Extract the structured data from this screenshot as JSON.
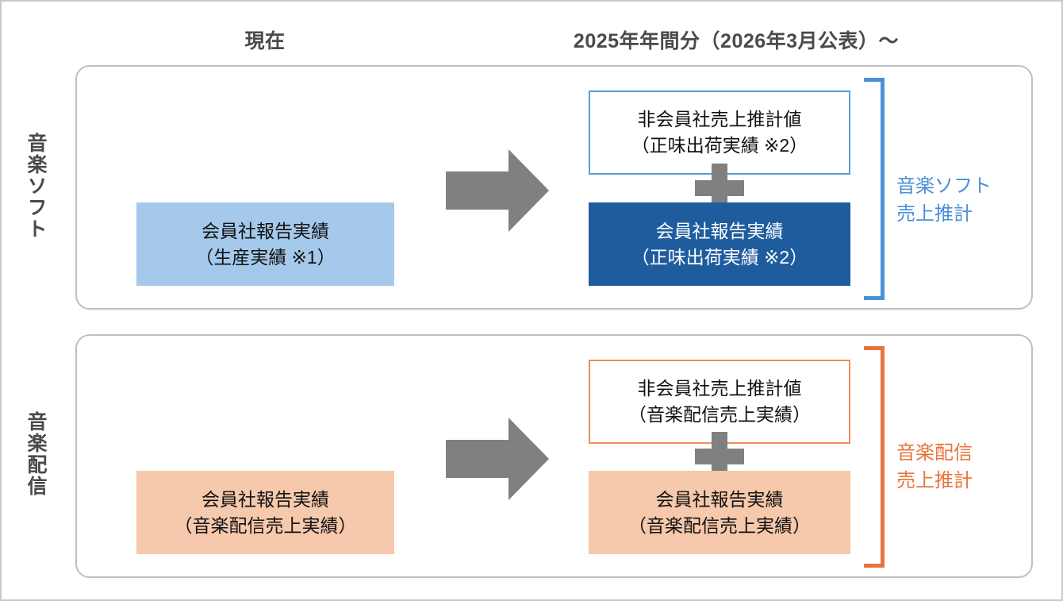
{
  "headers": {
    "current": "現在",
    "future": "2025年年間分（2026年3月公表）〜"
  },
  "rows": [
    {
      "id": "music-soft",
      "label": "音楽ソフト",
      "accent_color": "#4a90d9",
      "current_box": {
        "line1": "会員社報告実績",
        "line2": "（生産実績 ※1）",
        "fill": "#a5c9eb"
      },
      "future_nonmember_box": {
        "line1": "非会員社売上推計値",
        "line2": "（正味出荷実績 ※2）",
        "fill": "#ffffff",
        "border": "#5b9bd5"
      },
      "future_member_box": {
        "line1": "会員社報告実績",
        "line2": "（正味出荷実績 ※2）",
        "fill": "#1f5c9e"
      },
      "operator": "plus-sign",
      "bracket_label": {
        "line1": "音楽ソフト",
        "line2": "売上推計"
      }
    },
    {
      "id": "music-streaming",
      "label": "音楽配信",
      "accent_color": "#e8743b",
      "current_box": {
        "line1": "会員社報告実績",
        "line2": "（音楽配信売上実績）",
        "fill": "#f6c8ac"
      },
      "future_nonmember_box": {
        "line1": "非会員社売上推計値",
        "line2": "（音楽配信売上実績）",
        "fill": "#ffffff",
        "border": "#ef8d5a"
      },
      "future_member_box": {
        "line1": "会員社報告実績",
        "line2": "（音楽配信売上実績）",
        "fill": "#f6c8ac"
      },
      "operator": "plus-sign",
      "bracket_label": {
        "line1": "音楽配信",
        "line2": "売上推計"
      }
    }
  ],
  "icons": {
    "arrow": "right-arrow-icon",
    "plus": "plus-icon",
    "arrow_color": "#808080",
    "plus_color": "#808080"
  }
}
